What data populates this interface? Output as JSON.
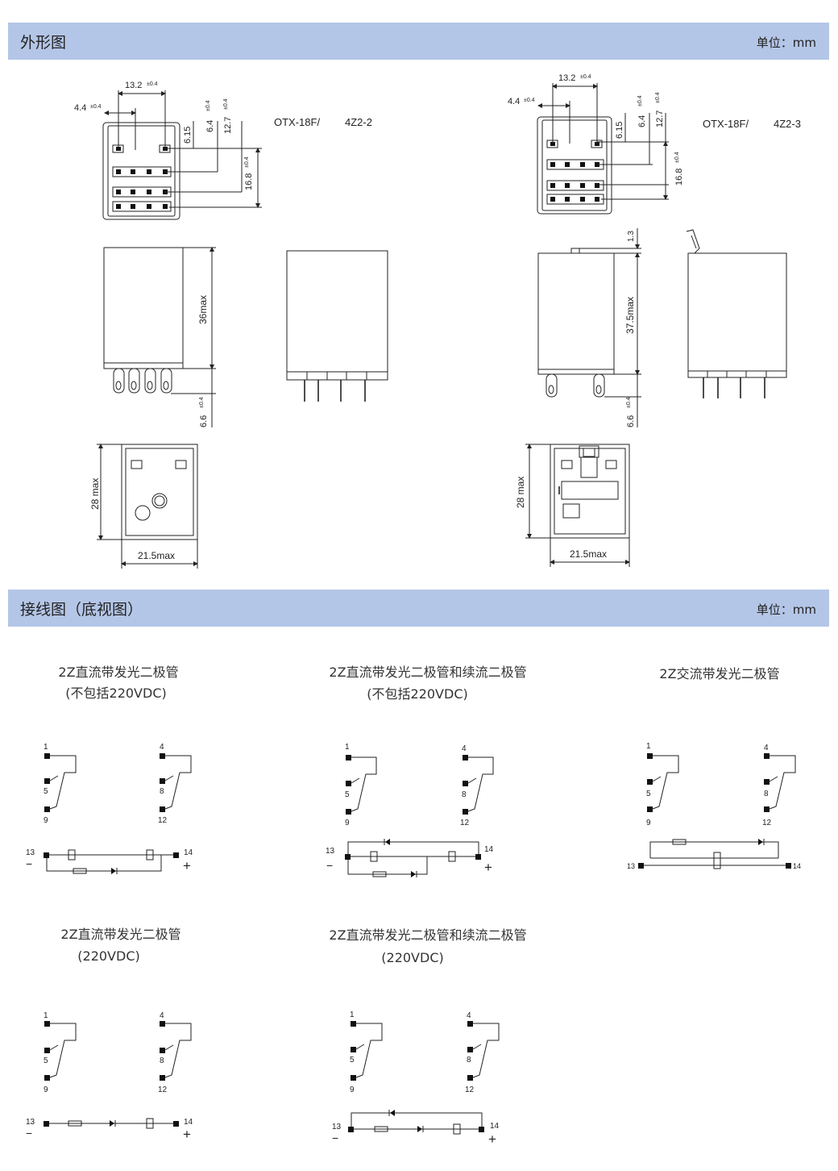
{
  "colors": {
    "header_bar": "#b4c6e7"
  },
  "section_outline": {
    "title": "外形图",
    "unit": "单位：mm"
  },
  "section_wiring": {
    "title": "接线图（底视图）",
    "unit": "单位：mm"
  },
  "models": {
    "left": {
      "name": "OTX-18F/",
      "code": "4Z2-2"
    },
    "right": {
      "name": "OTX-18F/",
      "code": "4Z2-3"
    }
  },
  "dims_left": {
    "w13": "13.2",
    "w13_tol": "±0.4",
    "w44": "4.4",
    "w44_tol": "±0.4",
    "v615": "6.15",
    "v64": "6.4",
    "v64_tol": "±0.4",
    "v127": "12.7",
    "v127_tol": "±0.4",
    "v168": "16.8",
    "v168_tol": "±0.4",
    "h36": "36max",
    "h66": "6.6",
    "h66_tol": "±0.4",
    "h28": "28 max",
    "w215": "21.5max"
  },
  "dims_right": {
    "w13": "13.2",
    "w13_tol": "±0.4",
    "w44": "4.4",
    "w44_tol": "±0.4",
    "v615": "6.15",
    "v64": "6.4",
    "v64_tol": "±0.4",
    "v127": "12.7",
    "v127_tol": "±0.4",
    "v168": "16.8",
    "v168_tol": "±0.4",
    "h13": "1.3",
    "h375": "37.5max",
    "h66": "6.6",
    "h66_tol": "±0.4",
    "h28": "28 max",
    "w215": "21.5max"
  },
  "wiring": [
    {
      "line1": "2Z直流带发光二极管",
      "line2": "(不包括220VDC)"
    },
    {
      "line1": "2Z直流带发光二极管和续流二极管",
      "line2": "(不包括220VDC)"
    },
    {
      "line1": "2Z交流带发光二极管",
      "line2": ""
    },
    {
      "line1": "2Z直流带发光二极管",
      "line2": "(220VDC)"
    },
    {
      "line1": "2Z直流带发光二极管和续流二极管",
      "line2": "(220VDC)"
    }
  ],
  "pins": {
    "p1": "1",
    "p4": "4",
    "p5": "5",
    "p8": "8",
    "p9": "9",
    "p12": "12",
    "p13": "13",
    "p14": "14",
    "minus": "−",
    "plus": "+"
  }
}
